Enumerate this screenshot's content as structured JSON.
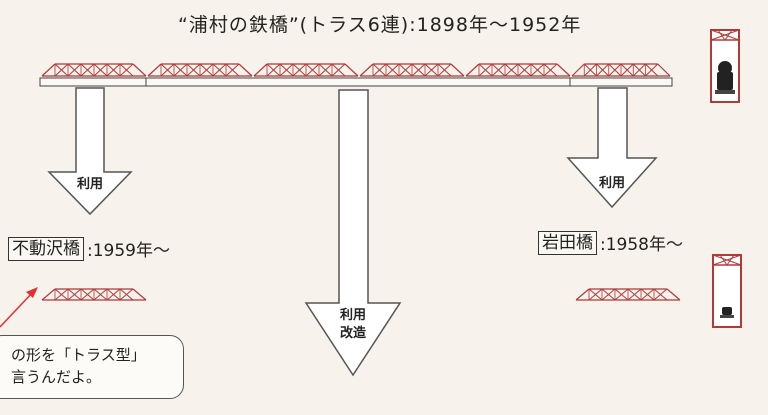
{
  "title": "“浦村の鉄橋”(トラス6連):1898年～1952年",
  "arrows": [
    {
      "label_1": "利用"
    },
    {
      "label_1": "利用",
      "label_2": "改造"
    },
    {
      "label_1": "利用"
    }
  ],
  "bridges": {
    "fudosawa": {
      "name": "不動沢橋",
      "period": ":1959年～"
    },
    "iwata": {
      "name": "岩田橋",
      "period": ":1958年～"
    }
  },
  "note": {
    "line_1": "の形を「トラス型」",
    "line_2": "言うんだよ。"
  },
  "colors": {
    "truss": "#b03a3a",
    "arrow_fill": "#ffffff",
    "arrow_stroke": "#555555",
    "pointer": "#e23030",
    "background": "#f7f2ec"
  }
}
